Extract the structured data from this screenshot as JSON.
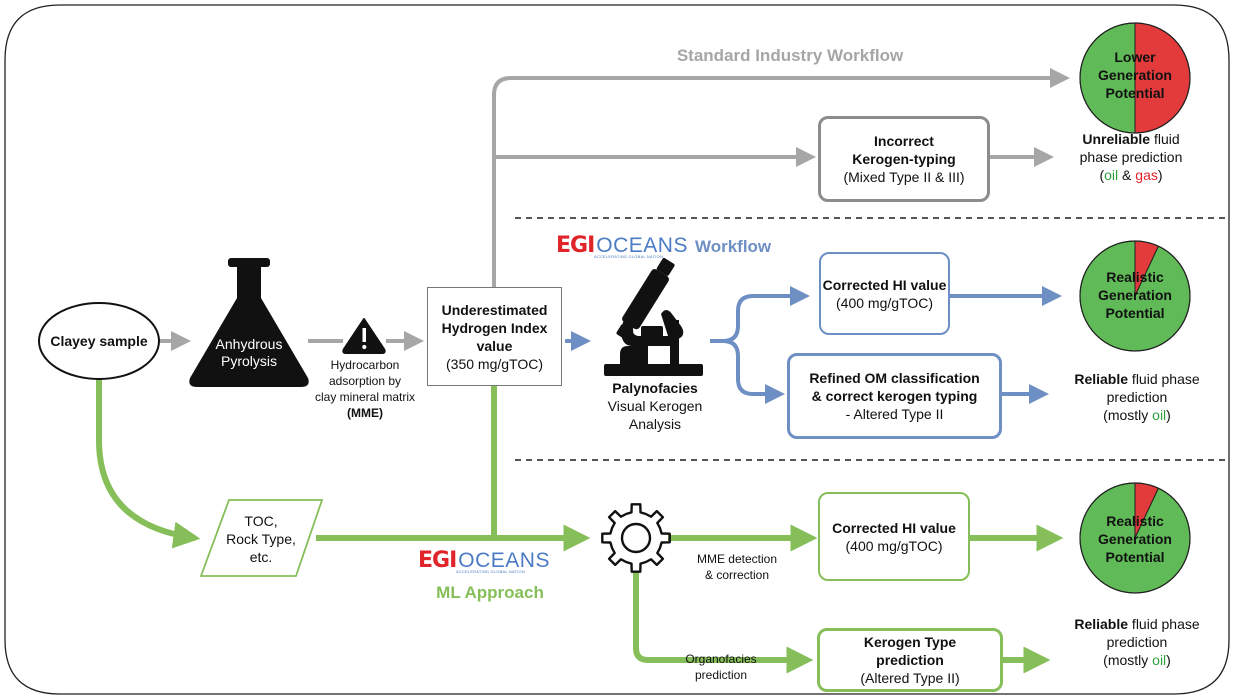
{
  "workflows": {
    "standard": "Standard Industry Workflow",
    "egi_suffix": "Workflow",
    "ml": "ML Approach"
  },
  "brand": {
    "egi": "EGI",
    "oceans": "OCEANS",
    "tagline": "ACCELERATING GLOBAL NATION"
  },
  "nodes": {
    "sample": "Clayey sample",
    "pyrolysis": [
      "Anhydrous",
      "Pyrolysis"
    ],
    "adsorption": [
      "Hydrocarbon",
      "adsorption by",
      "clay mineral matrix"
    ],
    "mme": "(MME)",
    "underestimated": [
      "Underestimated",
      "Hydrogen Index",
      "value"
    ],
    "underestimated_val": "(350 mg/gTOC)",
    "incorrect_title": [
      "Incorrect",
      "Kerogen-typing"
    ],
    "incorrect_sub": "(Mixed Type II & III)",
    "unreliable_bold": "Unreliable",
    "unreliable_rest": " fluid",
    "unreliable_line2": "phase prediction",
    "paren_open": "(",
    "oil": "oil",
    "amp": " & ",
    "gas": "gas",
    "paren_close": ")",
    "lower": [
      "Lower",
      "Generation",
      "Potential"
    ],
    "realistic": [
      "Realistic",
      "Generation",
      "Potential"
    ],
    "palyno_title": "Palynofacies",
    "palyno_sub": [
      "Visual Kerogen",
      "Analysis"
    ],
    "corrected_hi_title": "Corrected HI value",
    "corrected_hi_val": "(400 mg/gTOC)",
    "refined_title": [
      "Refined OM classification",
      "& correct kerogen typing"
    ],
    "refined_sub": "- Altered Type II",
    "reliable_bold": "Reliable",
    "reliable_rest": " fluid phase",
    "reliable_line2": "prediction",
    "mostly": "(mostly ",
    "toc_input": [
      "TOC,",
      "Rock Type,",
      "etc."
    ],
    "mme_detect": [
      "MME detection",
      "& correction"
    ],
    "kerogen_pred_title": [
      "Kerogen Type",
      "prediction"
    ],
    "kerogen_pred_sub": "(Altered Type II)",
    "organofacies": [
      "Organofacies",
      "prediction"
    ]
  },
  "colors": {
    "gray": "#a6a6a6",
    "blue": "#6d8fc4",
    "green": "#86bf5a",
    "pie_green": "#5fba57",
    "pie_red": "#e33b3b"
  },
  "chart_data": [
    {
      "type": "pie",
      "slices": [
        {
          "label": "oil",
          "value": 0.5,
          "color": "#5fba57"
        },
        {
          "label": "gas",
          "value": 0.5,
          "color": "#e33b3b"
        }
      ]
    },
    {
      "type": "pie",
      "slices": [
        {
          "label": "oil",
          "value": 0.93,
          "color": "#5fba57"
        },
        {
          "label": "gas",
          "value": 0.07,
          "color": "#e33b3b"
        }
      ]
    },
    {
      "type": "pie",
      "slices": [
        {
          "label": "oil",
          "value": 0.93,
          "color": "#5fba57"
        },
        {
          "label": "gas",
          "value": 0.07,
          "color": "#e33b3b"
        }
      ]
    }
  ]
}
